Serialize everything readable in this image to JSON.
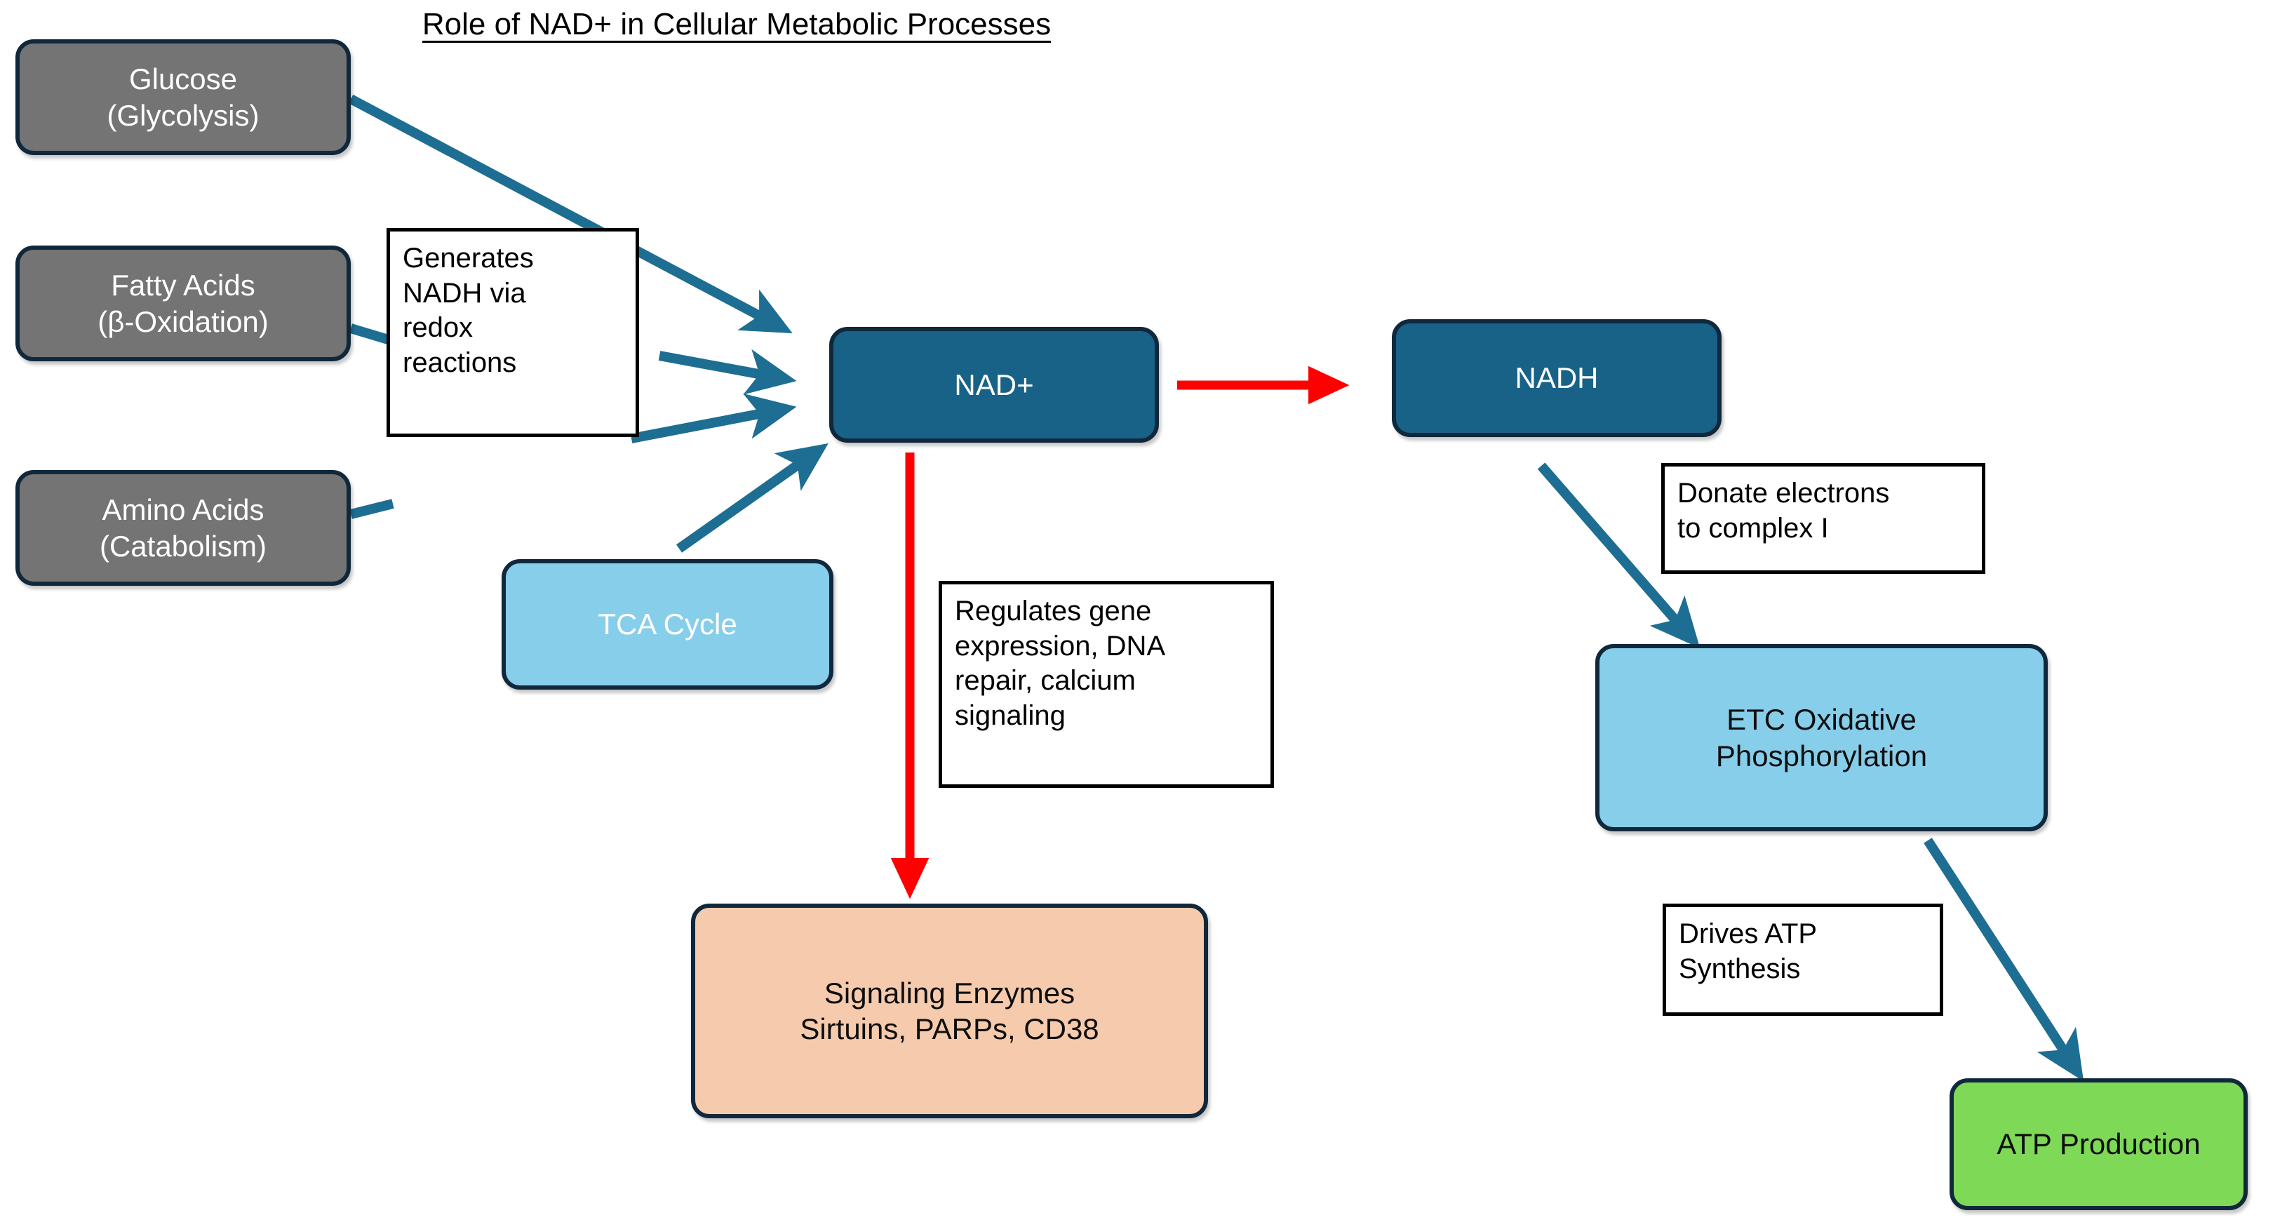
{
  "title": "Role of NAD+ in Cellular Metabolic Processes",
  "colors": {
    "background": "#ffffff",
    "source_node": "#747474",
    "nad_node": "#186287",
    "cycle_node": "#87ceeb",
    "signaling_node": "#f6cbad",
    "atp_node": "#7ed957",
    "blue_arrow": "#1d6e92",
    "red_arrow": "#fe0000",
    "node_border": "#11283c",
    "label_border": "#000000"
  },
  "nodes": {
    "glucose": {
      "line1": "Glucose",
      "line2": "(Glycolysis)"
    },
    "fatty_acids": {
      "line1": "Fatty Acids",
      "line2": "(β-Oxidation)"
    },
    "amino_acids": {
      "line1": "Amino Acids",
      "line2": "(Catabolism)"
    },
    "tca_cycle": {
      "line1": "TCA Cycle"
    },
    "nad_plus": {
      "line1": "NAD+"
    },
    "nadh": {
      "line1": "NADH"
    },
    "etc": {
      "line1": "ETC Oxidative",
      "line2": "Phosphorylation"
    },
    "signaling_enzymes": {
      "line1": "Signaling Enzymes",
      "line2": "Sirtuins, PARPs, CD38"
    },
    "atp_production": {
      "line1": "ATP Production"
    }
  },
  "annotations": {
    "generates_nadh": {
      "line1": "Generates",
      "line2": "NADH via",
      "line3": "redox",
      "line4": "reactions"
    },
    "regulates": {
      "line1": "Regulates gene",
      "line2": "expression, DNA",
      "line3": "repair, calcium",
      "line4": "signaling"
    },
    "donate_electrons": {
      "line1": "Donate electrons",
      "line2": "to complex I"
    },
    "drives_atp": {
      "line1": "Drives ATP",
      "line2": "Synthesis"
    }
  },
  "edges": [
    {
      "name": "glucose-to-nad",
      "from": "glucose",
      "to": "nad_plus",
      "color": "#1d6e92"
    },
    {
      "name": "fatty-acids-to-nad",
      "from": "fatty_acids",
      "to": "nad_plus",
      "color": "#1d6e92"
    },
    {
      "name": "amino-acids-to-nad",
      "from": "amino_acids",
      "to": "nad_plus",
      "color": "#1d6e92"
    },
    {
      "name": "tca-to-nad",
      "from": "tca_cycle",
      "to": "nad_plus",
      "color": "#1d6e92"
    },
    {
      "name": "nad-to-nadh",
      "from": "nad_plus",
      "to": "nadh",
      "color": "#fe0000"
    },
    {
      "name": "nad-to-signaling",
      "from": "nad_plus",
      "to": "signaling_enzymes",
      "color": "#fe0000"
    },
    {
      "name": "nadh-to-etc",
      "from": "nadh",
      "to": "etc",
      "color": "#1d6e92"
    },
    {
      "name": "etc-to-atp",
      "from": "etc",
      "to": "atp_production",
      "color": "#1d6e92"
    }
  ]
}
